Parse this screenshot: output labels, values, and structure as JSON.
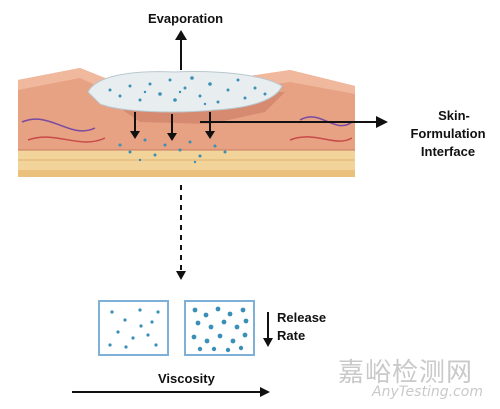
{
  "labels": {
    "evaporation": "Evaporation",
    "interface_line1": "Skin-",
    "interface_line2": "Formulation",
    "interface_line3": "Interface",
    "release_line1": "Release",
    "release_line2": "Rate",
    "viscosity": "Viscosity"
  },
  "watermark": {
    "cn": "嘉峪检测网",
    "en": "AnyTesting.com"
  },
  "colors": {
    "skin": "#e7a183",
    "skin_dark": "#c97a62",
    "fat": "#f2d49a",
    "droplet": "#3a8fb7",
    "formulation": "#e8eef0",
    "box_border": "#7fb0d8",
    "arrow": "#111111"
  }
}
